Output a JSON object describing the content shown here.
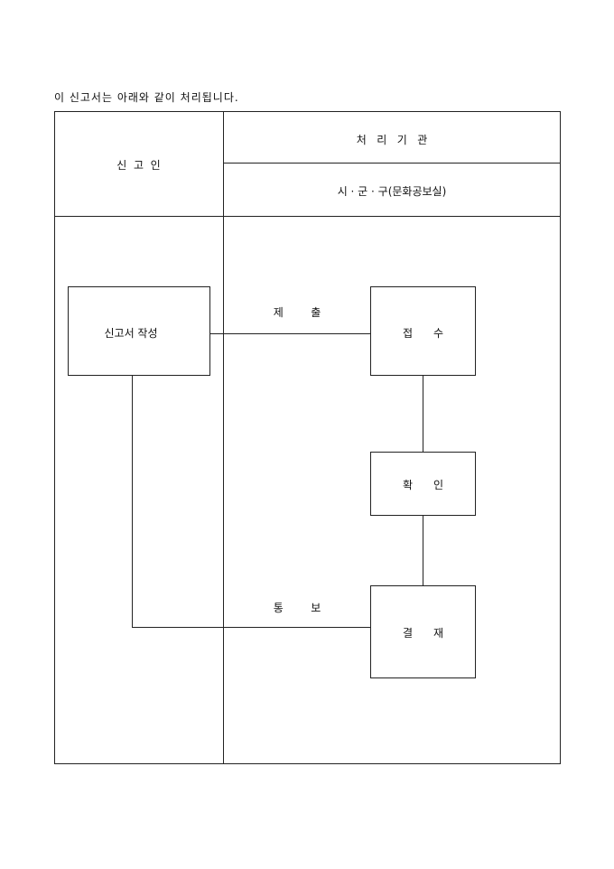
{
  "intro": "이 신고서는 아래와 같이 처리됩니다.",
  "header": {
    "applicant": "신  고  인",
    "agency_title": "처   리   기   관",
    "agency_name": "시 · 군 · 구(문화공보실)"
  },
  "flow": {
    "write": "신고서 작성",
    "submit": "제        출",
    "receive": "접      수",
    "confirm": "확      인",
    "notify": "통        보",
    "approve": "결      재"
  }
}
